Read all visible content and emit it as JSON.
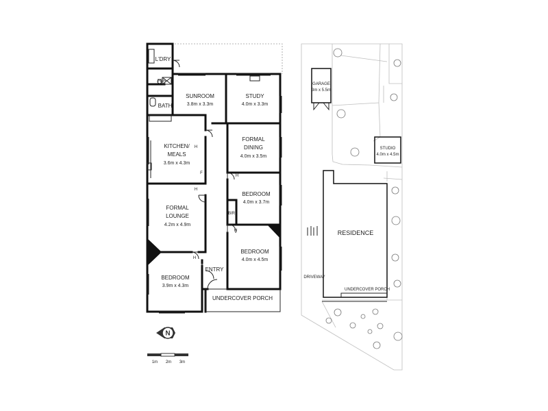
{
  "house": {
    "rooms": [
      {
        "id": "laundry",
        "name": "L'DRY",
        "dims": ""
      },
      {
        "id": "powder",
        "name": "PDR",
        "dims": ""
      },
      {
        "id": "sunroom",
        "name": "SUNROOM",
        "dims": "3.8m x 3.3m"
      },
      {
        "id": "study",
        "name": "STUDY",
        "dims": "4.0m x 3.3m"
      },
      {
        "id": "bath",
        "name": "BATH",
        "dims": ""
      },
      {
        "id": "kitchen",
        "name": "KITCHEN/",
        "name2": "MEALS",
        "dims": "3.6m x 4.3m"
      },
      {
        "id": "dining",
        "name": "FORMAL",
        "name2": "DINING",
        "dims": "4.0m x 3.5m"
      },
      {
        "id": "bedroom1",
        "name": "BEDROOM",
        "dims": "4.0m x 3.7m"
      },
      {
        "id": "robe",
        "name": "BIR",
        "dims": ""
      },
      {
        "id": "lounge",
        "name": "FORMAL",
        "name2": "LOUNGE",
        "dims": "4.2m x 4.9m"
      },
      {
        "id": "bedroom2",
        "name": "BEDROOM",
        "dims": "4.0m x 4.5m"
      },
      {
        "id": "entry",
        "name": "ENTRY",
        "dims": ""
      },
      {
        "id": "bedroom3",
        "name": "BEDROOM",
        "dims": "3.9m x 4.3m"
      },
      {
        "id": "porch",
        "name": "UNDERCOVER PORCH",
        "dims": ""
      }
    ],
    "fixtures": {
      "hanging": "H",
      "fridge": "F"
    }
  },
  "site": {
    "garage": {
      "name": "GARAGE",
      "dims": "3m x 5.5m"
    },
    "studio": {
      "name": "STUDIO",
      "dims": "4.0m x 4.5m"
    },
    "residence": {
      "name": "RESIDENCE"
    },
    "driveway": {
      "name": "DRIVEWAY"
    },
    "porch": {
      "name": "UNDERCOVER PORCH"
    }
  },
  "compass": {
    "letter": "N"
  },
  "scale": {
    "ticks": [
      "1m",
      "2m",
      "3m"
    ]
  }
}
